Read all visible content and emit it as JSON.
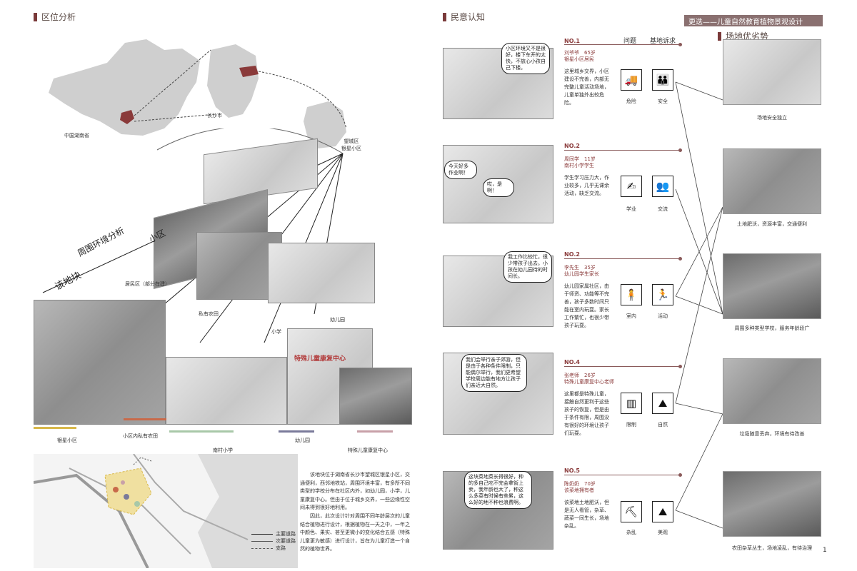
{
  "left": {
    "section_title": "区位分析",
    "map_labels": {
      "hunan": "中国湖南省",
      "changsha": "长沙市",
      "district": "望城区\n银星小区"
    },
    "arc_labels": {
      "site": "该地块",
      "surrounding": "周围环境分析",
      "community": "小区"
    },
    "photo_labels": {
      "residential": "居民区（部分在建）",
      "farmland": "私有农田",
      "school": "小学",
      "kindergarten": "幼儿园"
    },
    "bottom_labels": {
      "yinxing": "银星小区",
      "private_field": "小区内私有农田",
      "nancun": "南村小学",
      "kinder": "幼儿园",
      "rehab": "特殊儿童康复中心"
    },
    "kinder_sign": "特殊儿童康复中心",
    "legend": {
      "main_road": "主要道路",
      "secondary_road": "次要道路",
      "branch_road": "支路"
    },
    "paragraph1": "该地块位于湖南省长沙市望城区银星小区，交通便利，西邻地铁站，周围环境丰富，有多所不同类型的学校分布在社区内外，如幼儿园，小学，儿童康复中心。但由于位于城乡交界，一些边缘性空间未得到很好地利用。",
    "paragraph2": "因此，此次设计针对周围不同年龄层次的儿童结合植物进行设计，根据植物在一天之中，一年之中颜色、果实、甚至更微小的变化结合五感（特殊儿童更为敏感）进行设计，旨在为儿童打造一个自然的植物世界。"
  },
  "middle": {
    "section_title": "民意认知",
    "header_problem": "问题",
    "header_demand": "基地诉求",
    "entries": [
      {
        "no": "NO.1",
        "who": "刘爷爷　65岁\n银星小区居民",
        "bubble": "小区环境又不是很好，楼下车开的太快，不放心小孩自己下楼。",
        "desc": "这里城乡交界，小区建设不完善，内部无完整儿童活动场地，儿童单独外出较危险。",
        "icons": [
          {
            "icon": "truck-icon",
            "glyph": "🚚",
            "label": "危险"
          },
          {
            "icon": "family-icon",
            "glyph": "👪",
            "label": "安全"
          }
        ]
      },
      {
        "no": "NO.2",
        "who": "周同学　11岁\n南村小学学生",
        "bubble": "今天好多作业啊！",
        "bubble2": "哎，是啊！",
        "desc": "学生学习压力大，作业较多，几乎无课余活动，缺乏交流。",
        "icons": [
          {
            "icon": "study-icon",
            "glyph": "✍",
            "label": "学业"
          },
          {
            "icon": "communicate-icon",
            "glyph": "👥",
            "label": "交流"
          }
        ]
      },
      {
        "no": "NO.2",
        "who": "李先生　35岁\n幼儿园学生家长",
        "bubble": "我工作比较忙，很少带孩子出去。小孩在幼儿园待的时间长。",
        "desc": "幼儿园家属社区，由于师资、功能等不完善，孩子多数时间只能在室内玩耍。家长工作繁忙，也很少带孩子玩耍。",
        "icons": [
          {
            "icon": "indoor-icon",
            "glyph": "🧍",
            "label": "室内"
          },
          {
            "icon": "activity-icon",
            "glyph": "🏃",
            "label": "活动"
          }
        ]
      },
      {
        "no": "NO.4",
        "who": "张老师　26岁\n特殊儿童康复中心老师",
        "bubble": "我们会举行亲子郊游，但是由于各种条件限制，只能偶尔举行，我们更希望学校周边能有地方让孩子们亲近大自然。",
        "desc": "这里都是特殊儿童，接触自然更利于这些孩子的恢复，但是由于条件有限，周围没有很好的环境让孩子们玩耍。",
        "icons": [
          {
            "icon": "fence-icon",
            "glyph": "▥",
            "label": "限制"
          },
          {
            "icon": "nature-icon",
            "glyph": "⛰",
            "label": "自然"
          }
        ]
      },
      {
        "no": "NO.5",
        "who": "陈奶奶　70岁\n该菜地拥有者",
        "bubble": "这块菜地菜长得很好，种的多自己吃不完会拿街上卖，我年龄也大了，种这么多菜有时候有些累，这么好的地不种也浪费啊。",
        "desc": "该菜地土地肥沃，但是无人看管，杂草、蔬菜一同生长，场地杂乱。",
        "icons": [
          {
            "icon": "messy-icon",
            "glyph": "⛏",
            "label": "杂乱"
          },
          {
            "icon": "beauty-icon",
            "glyph": "⛰",
            "label": "美观"
          }
        ]
      }
    ]
  },
  "right": {
    "title_band": "更迭——儿童自然教育植物景观设计",
    "section_title": "场地优劣势",
    "captions": [
      "场地安全独立",
      "土地肥沃，资源丰富，交通便利",
      "周围多种类型学校，服务年龄段广",
      "垃圾随意丢弃，环境有待改善",
      "农田杂草丛生，场地凌乱，有待治理"
    ],
    "page_number": "1"
  },
  "colors": {
    "accent": "#7a3a3a",
    "band": "#8a7070",
    "strip_yinxing": "#d8b84a",
    "strip_field": "#c86a4a",
    "strip_nancun": "#a8c8a8",
    "strip_kinder": "#7a7a9a",
    "strip_rehab": "#c8a0a8"
  }
}
